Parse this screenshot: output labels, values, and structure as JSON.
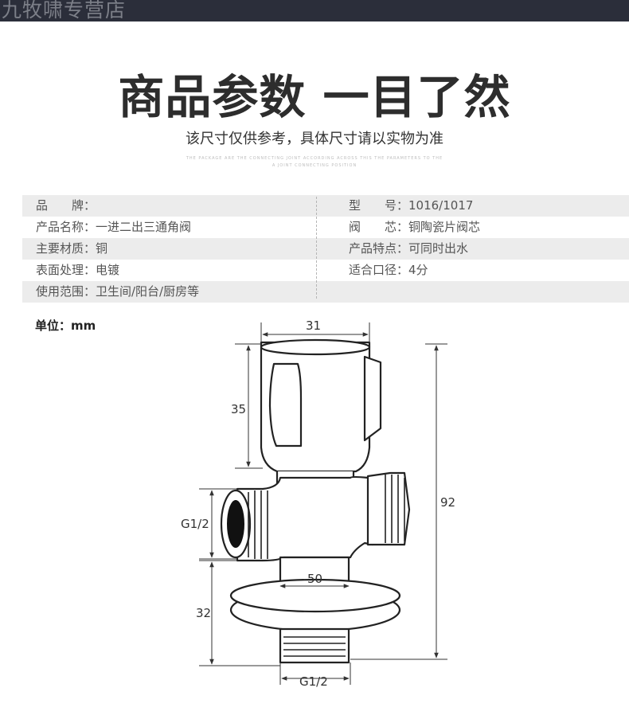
{
  "shop": {
    "name": "九牧啸专营店"
  },
  "header": {
    "title": "商品参数 一目了然",
    "subtitle": "该尺寸仅供参考，具体尺寸请以实物为准",
    "fine_print_1": "THE PACKAGE ARE THE CONNECTING JOINT ACCORDING ACROSS THIS THE PARAMETERS TO THE",
    "fine_print_2": "A JOINT CONNECTING POSITION"
  },
  "specs": [
    {
      "left": "品　　牌：",
      "right": "型　　号：1016/1017"
    },
    {
      "left": "产品名称：一进二出三通角阀",
      "right": "阀　　芯：铜陶瓷片阀芯"
    },
    {
      "left": "主要材质：铜",
      "right": "产品特点：可同时出水"
    },
    {
      "left": "表面处理：电镀",
      "right": "适合口径：4分"
    },
    {
      "left": "使用范围：卫生间/阳台/厨房等",
      "right": ""
    }
  ],
  "unit": "单位：mm",
  "dimensions": {
    "top_width": "31",
    "handle_height": "35",
    "side_thread": "G1/2",
    "base_width": "50",
    "lower_height": "32",
    "total_height": "92",
    "bottom_thread": "G1/2"
  },
  "colors": {
    "topbar": "#2b2e3a",
    "row_shade": "#ececec"
  }
}
